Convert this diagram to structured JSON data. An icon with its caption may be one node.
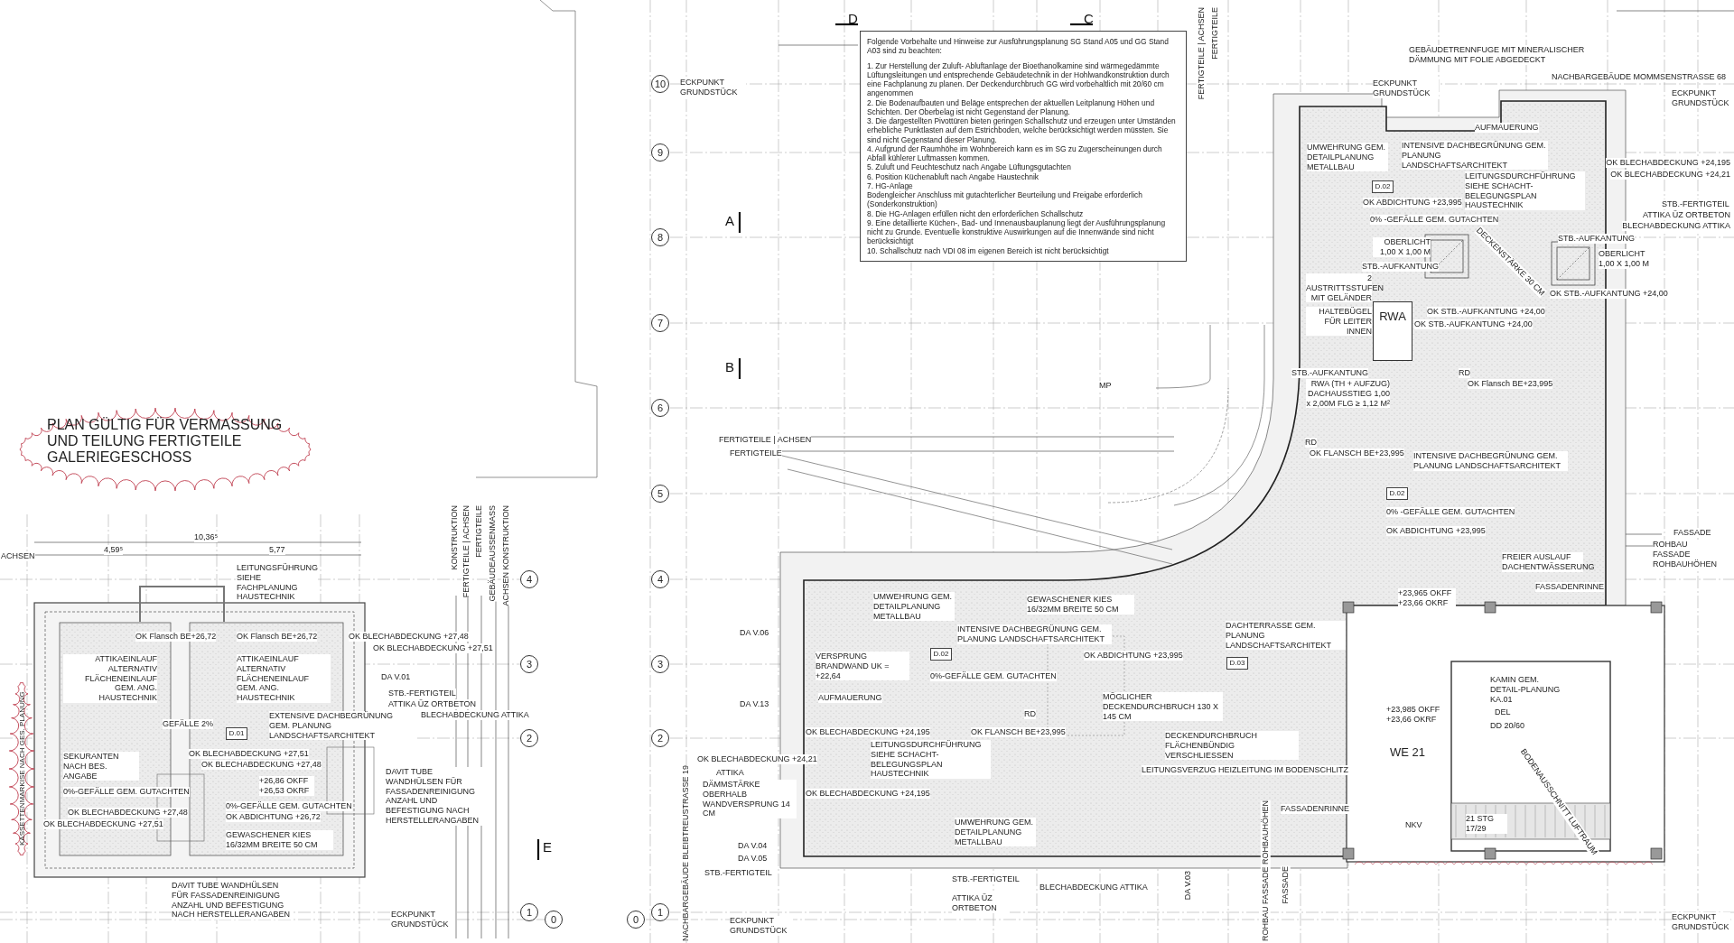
{
  "diagram": {
    "nodes": [
      {
        "text": [
          "PLAN GÜLTIG FÜR VERMASSUNG UND TEILUNG FERTIGTEILE GALERIEGESCHOSS"
        ]
      },
      {
        "text": [
          "Folgende Vorbehalte und Hinweise zur Ausführungsplanung SG Stand A05 und GG Stand A03 sind zu beachten:",
          "1. Zur Herstellung der Zuluft- Abluftanlage der Bioethanolkamine sind wärmegedämmte Lüftungsleitungen und entsprechende Gebäudetechnik in der Hohlwandkonstruktion durch eine Fachplanung zu planen. Der Deckendurchbruch GG wird vorbehaltlich mit 20/60 cm angenommen",
          "2. Die Bodenaufbauten und Beläge entsprechen der aktuellen Leitplanung Höhen und Schichten. Der Oberbelag ist nicht Gegenstand der Planung.",
          "3. Die dargestellten Pivottüren bieten geringen Schallschutz und erzeugen unter Umständen erhebliche Punktlasten auf dem Estrichboden, welche berücksichtigt werden müssten. Sie sind nicht Gegenstand dieser Planung.",
          "4. Aufgrund der Raumhöhe im Wohnbereich kann es im SG zu Zugerscheinungen durch Abfall kühlerer Luftmassen kommen.",
          "5. Zuluft und Feuchteschutz nach Angabe Lüftungsgutachten",
          "6. Position Küchenabluft nach Angabe Haustechnik",
          "7. HG-Anlage",
          "Bodengleicher Anschluss mit gutachterlicher Beurteilung und Freigabe erforderlich (Sonderkonstruktion)",
          "8. Die HG-Anlagen erfüllen nicht den erforderlichen Schallschutz",
          "9. Eine detaillierte Küchen-, Bad- und Innenausbauplanung liegt der Ausführungsplanung nicht zu Grunde. Eventuelle konstruktive Auswirkungen auf die Innenwände sind nicht berücksichtigt",
          "10. Schallschutz nach VDI 08 im eigenen Bereich ist nicht berücksichtigt"
        ]
      },
      {
        "text": [
          "KASSETTENMARKISE NACH GES. PLANUNG"
        ]
      },
      {
        "text": [
          "10"
        ]
      },
      {
        "text": [
          "9"
        ]
      },
      {
        "text": [
          "8"
        ]
      },
      {
        "text": [
          "7"
        ]
      },
      {
        "text": [
          "6"
        ]
      },
      {
        "text": [
          "5"
        ]
      },
      {
        "text": [
          "4"
        ]
      },
      {
        "text": [
          "3"
        ]
      },
      {
        "text": [
          "2"
        ]
      },
      {
        "text": [
          "1"
        ]
      },
      {
        "text": [
          "0"
        ]
      },
      {
        "text": [
          "4"
        ]
      },
      {
        "text": [
          "3"
        ]
      },
      {
        "text": [
          "2"
        ]
      },
      {
        "text": [
          "1"
        ]
      },
      {
        "text": [
          "0"
        ]
      },
      {
        "text": [
          "RWA"
        ]
      },
      {
        "text": [
          "D.01"
        ]
      },
      {
        "text": [
          "D.02"
        ]
      },
      {
        "text": [
          "D.02"
        ]
      },
      {
        "text": [
          "D.02"
        ]
      },
      {
        "text": [
          "D.03"
        ]
      }
    ],
    "labels": [
      "D",
      "C",
      "A",
      "B",
      "ECKPUNKT GRUNDSTÜCK",
      "FERTIGTEILE | ACHSEN",
      "FERTIGTEILE",
      "GEBÄUDETRENNFUGE MIT MINERALISCHER DÄMMUNG MIT FOLIE ABGEDECKT",
      "ECKPUNKT GRUNDSTÜCK",
      "NACHBARGEBÄUDE MOMMSENSTRASSE 68",
      "ECKPUNKT GRUNDSTÜCK",
      "UMWEHRUNG GEM. DETAILPLANUNG METALLBAU",
      "INTENSIVE DACHBEGRÜNUNG GEM. PLANUNG LANDSCHAFTSARCHITEKT",
      "AUFMAUERUNG",
      "LEITUNGSDURCHFÜHRUNG SIEHE SCHACHT-BELEGUNGSPLAN HAUSTECHNIK",
      "OK BLECHABDECKUNG +24,195",
      "OK BLECHABDECKUNG +24,21",
      "0% -GEFÄLLE GEM. GUTACHTEN",
      "OK ABDICHTUNG +23,995",
      "DECKENSTÄRKE 30 CM",
      "STB.-FERTIGTEIL",
      "ATTIKA ÜZ ORTBETON",
      "BLECHABDECKUNG ATTIKA",
      "OK STB.-AUFKANTUNG +24,00",
      "STB.-AUFKANTUNG",
      "OK STB.-AUFKANTUNG +24,00",
      "OBERLICHT 1,00 X 1,00 M",
      "OBERLICHT 1,00 X 1,00 M",
      "STB.-AUFKANTUNG",
      "2 AUSTRITTSSTUFEN MIT GELÄNDER",
      "HALTEBÜGEL FÜR LEITER INNEN",
      "STB.-AUFKANTUNG",
      "OK STB.-AUFKANTUNG +24,00",
      "RWA (TH + AUFZUG) DACHAUSSTIEG 1,00 x 2,00M FLG ≥ 1,12 M²",
      "MP",
      "FERTIGTEILE | ACHSEN",
      "FERTIGTEILE",
      "RD",
      "OK Flansch BE+23,995",
      "RD",
      "OK FLANSCH BE+23,995",
      "INTENSIVE DACHBEGRÜNUNG GEM. PLANUNG LANDSCHAFTSARCHITEKT",
      "0% -GEFÄLLE GEM. GUTACHTEN",
      "OK ABDICHTUNG +23,995",
      "FASSADE",
      "ROHBAU FASSADE ROHBAUHÖHEN",
      "FREIER AUSLAUF DACHENTWÄSSERUNG",
      "FASSADENRINNE",
      "UMWEHRUNG GEM. DETAILPLANUNG METALLBAU",
      "GEWASCHENER KIES 16/32MM BREITE 50 CM",
      "+23,965 OKFF +23,66 OKRF",
      "DA V.06",
      "INTENSIVE DACHBEGRÜNUNG GEM. PLANUNG LANDSCHAFTSARCHITEKT",
      "OK ABDICHTUNG +23,995",
      "DACHTERRASSE GEM. PLANUNG LANDSCHAFTSARCHITEKT",
      "VERSPRUNG BRANDWAND UK = +22,64",
      "0%-GEFÄLLE GEM. GUTACHTEN",
      "DA V.13",
      "AUFMAUERUNG",
      "MÖGLICHER DECKENDURCHBRUCH 130 X 145 CM",
      "+23,985 OKFF +23,66 OKRF",
      "KAMIN GEM. DETAIL-PLANUNG KA.01",
      "DEL",
      "OK BLECHABDECKUNG +24,195",
      "LEITUNGSDURCHFÜHRUNG SIEHE SCHACHT-BELEGUNGSPLAN HAUSTECHNIK",
      "OK FLANSCH BE+23,995",
      "RD",
      "DECKENDURCHBRUCH FLÄCHENBÜNDIG VERSCHLIESSEN",
      "DD 20/60",
      "WE 21",
      "BODENAUSSCHNITT LUFTRAUM",
      "OK BLECHABDECKUNG +24,21",
      "LEITUNGSVERZUG HEIZLEITUNG IM BODENSCHLITZ",
      "ATTIKA",
      "OK BLECHABDECKUNG +24,195",
      "DÄMMSTÄRKE OBERHALB WANDVERSPRUNG 14 CM",
      "FASSADENRINNE",
      "21 STG 17/29",
      "UMWEHRUNG GEM. DETAILPLANUNG METALLBAU",
      "NKV",
      "DA V.04",
      "DA V.05",
      "STB.-FERTIGTEIL",
      "STB.-FERTIGTEIL",
      "ATTIKA ÜZ ORTBETON",
      "BLECHABDECKUNG ATTIKA",
      "DA V.03",
      "FASSADE",
      "ROHBAU FASSADE ROHBAUHÖHEN",
      "ECKPUNKT GRUNDSTÜCK",
      "ECKPUNKT GRUNDSTÜCK",
      "ACHSEN",
      "10,36⁵",
      "4,59⁵",
      "5,77",
      "KONSTRUKTION",
      "FERTIGTEILE | ACHSEN",
      "FERTIGTEILE",
      "GEBÄUDEAUSSENMASS",
      "ACHSEN KONSTRUKTION",
      "LEITUNGSFÜHRUNG SIEHE FACHPLANUNG HAUSTECHNIK",
      "OK Flansch BE+26,72",
      "OK Flansch BE+26,72",
      "OK BLECHABDECKUNG +27,48",
      "OK BLECHABDECKUNG +27,51",
      "ATTIKAEINLAUF ALTERNATIV FLÄCHENEINLAUF GEM. ANG. HAUSTECHNIK",
      "ATTIKAEINLAUF ALTERNATIV FLÄCHENEINLAUF GEM. ANG. HAUSTECHNIK",
      "DA V.01",
      "EXTENSIVE DACHBEGRÜNUNG GEM. PLANUNG LANDSCHAFTSARCHITEKT",
      "STB.-FERTIGTEIL",
      "ATTIKA ÜZ ORTBETON",
      "GEFÄLLE 2%",
      "BLECHABDECKUNG ATTIKA",
      "OK BLECHABDECKUNG +27,51",
      "OK BLECHABDECKUNG +27,48",
      "SEKURANTEN NACH BES. ANGABE",
      "+26,86 OKFF +26,53 OKRF",
      "DAVIT TUBE WANDHÜLSEN FÜR FASSADENREINIGUNG ANZAHL UND BEFESTIGUNG NACH HERSTELLERANGABEN",
      "0%-GEFÄLLE GEM. GUTACHTEN",
      "0%-GEFÄLLE GEM. GUTACHTEN",
      "OK ABDICHTUNG +26,72",
      "OK BLECHABDECKUNG +27,48",
      "OK BLECHABDECKUNG +27,51",
      "GEWASCHENER KIES 16/32MM BREITE 50 CM",
      "E",
      "DAVIT TUBE WANDHÜLSEN FÜR FASSADENREINIGUNG ANZAHL UND BEFESTIGUNG NACH HERSTELLERANGABEN",
      "ECKPUNKT GRUNDSTÜCK",
      "NACHBARGEBÄUDE BLEIBTREUSTRASSE 19"
    ]
  }
}
